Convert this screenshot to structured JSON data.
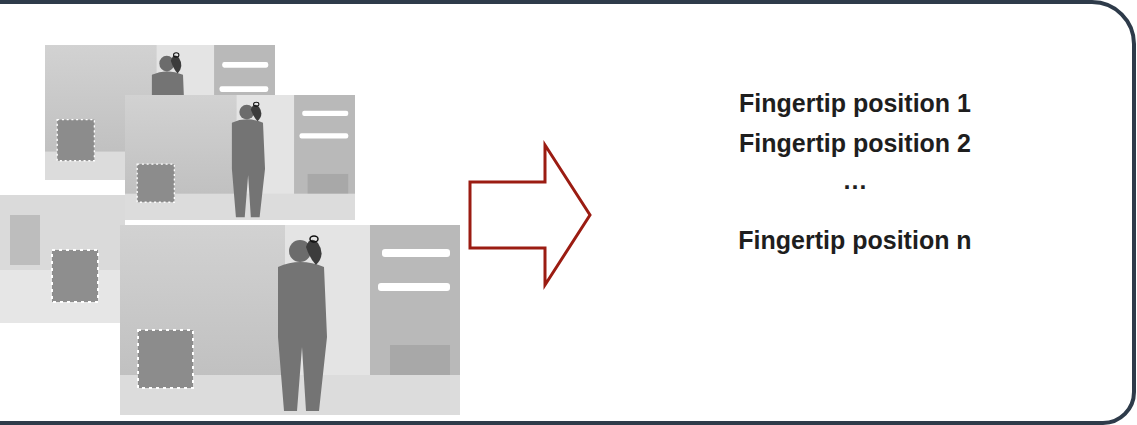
{
  "diagram": {
    "nodes": [
      {
        "text": [
          "Fingertip position 1",
          "Fingertip position 2",
          "…",
          "Fingertip position n"
        ]
      }
    ]
  }
}
